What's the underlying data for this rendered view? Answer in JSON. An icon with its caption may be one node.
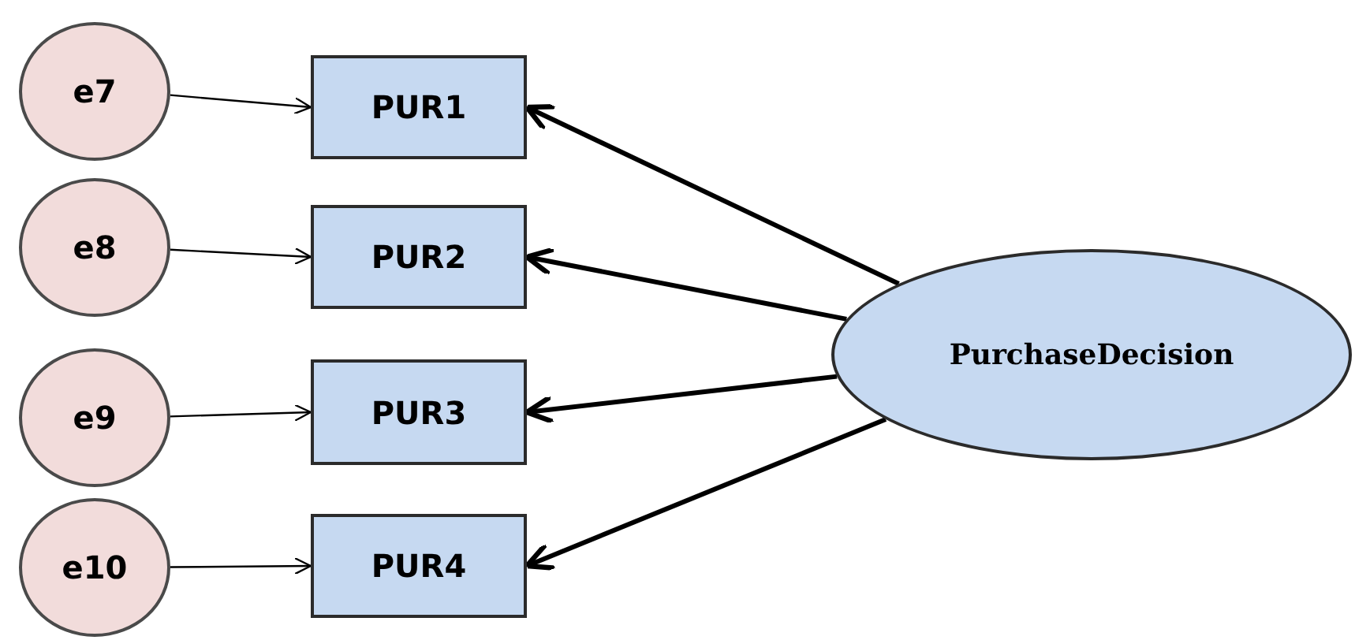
{
  "diagram": {
    "nodes": [
      {
        "text": [
          "e7"
        ]
      },
      {
        "text": [
          "e8"
        ]
      },
      {
        "text": [
          "e9"
        ]
      },
      {
        "text": [
          "e10"
        ]
      },
      {
        "text": [
          "PUR1"
        ]
      },
      {
        "text": [
          "PUR2"
        ]
      },
      {
        "text": [
          "PUR3"
        ]
      },
      {
        "text": [
          "PUR4"
        ]
      },
      {
        "text": [
          "PurchaseDecision"
        ]
      }
    ],
    "edges": [
      {
        "from": 0,
        "to": 4,
        "arrow": "to"
      },
      {
        "from": 1,
        "to": 5,
        "arrow": "to"
      },
      {
        "from": 2,
        "to": 6,
        "arrow": "to"
      },
      {
        "from": 3,
        "to": 7,
        "arrow": "to"
      },
      {
        "from": 8,
        "to": 4,
        "arrow": "to",
        "style": "thick"
      },
      {
        "from": 8,
        "to": 5,
        "arrow": "to",
        "style": "thick"
      },
      {
        "from": 8,
        "to": 6,
        "arrow": "to",
        "style": "thick"
      },
      {
        "from": 8,
        "to": 7,
        "arrow": "to",
        "style": "thick"
      }
    ]
  }
}
